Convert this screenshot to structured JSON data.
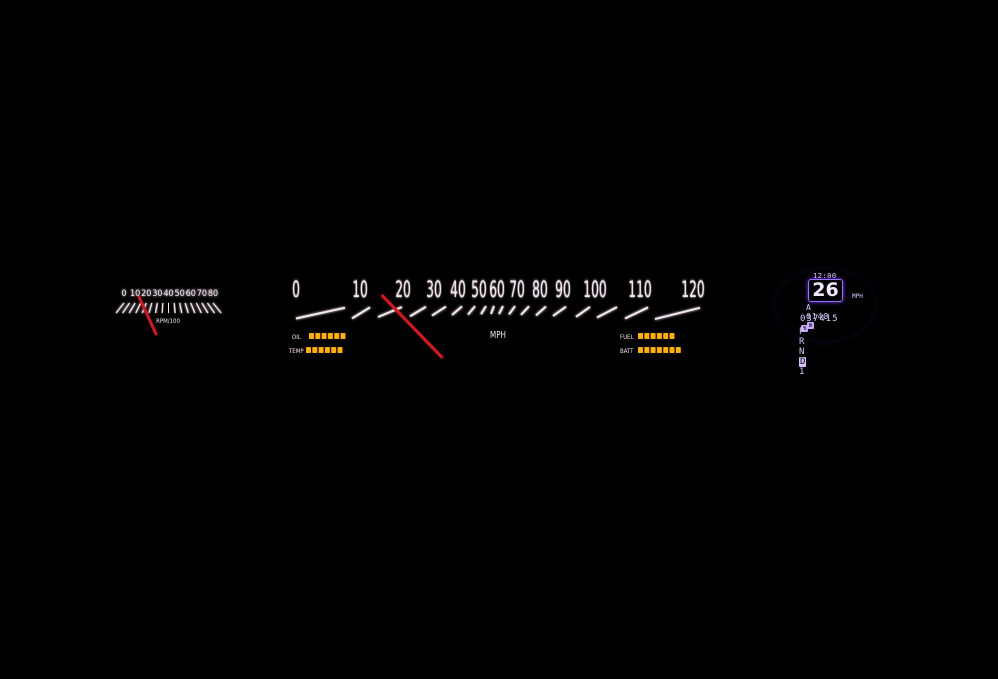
{
  "colors": {
    "background": "#000000",
    "gauge_mark": "#f6e6ee",
    "gauge_glow": "#ff4d6d",
    "needle": "#d8141c",
    "bar_on": "#ffb000",
    "lcd_text": "#d8c8ff",
    "lcd_border": "#9a6cff"
  },
  "tachometer": {
    "tick_labels": [
      "0",
      "10",
      "20",
      "30",
      "40",
      "50",
      "60",
      "70",
      "80"
    ],
    "unit_label": "RPM/100",
    "needle_value": 18,
    "max_value": 80
  },
  "speedometer": {
    "tick_labels": [
      "0",
      "10",
      "20",
      "30",
      "40",
      "50",
      "60",
      "70",
      "80",
      "90",
      "100",
      "110",
      "120"
    ],
    "unit_label": "MPH",
    "needle_value": 28,
    "max_value": 120
  },
  "bar_gauges": [
    {
      "label": "OIL",
      "segments": 6,
      "lit": 6
    },
    {
      "label": "TEMP",
      "segments": 6,
      "lit": 6
    },
    {
      "label": "FUEL",
      "segments": 6,
      "lit": 6
    },
    {
      "label": "BATT",
      "segments": 7,
      "lit": 7
    }
  ],
  "lcd": {
    "time": "12:00",
    "speed": "26",
    "speed_unit": "MPH",
    "trip_prefix": "A",
    "trip": "0148",
    "trip_unit_icon": "mile-box-icon",
    "odometer": "037415",
    "odometer_unit_icon": "mile-box-icon",
    "gears": [
      "P",
      "R",
      "N",
      "D",
      "1"
    ],
    "selected_gear": "D"
  }
}
